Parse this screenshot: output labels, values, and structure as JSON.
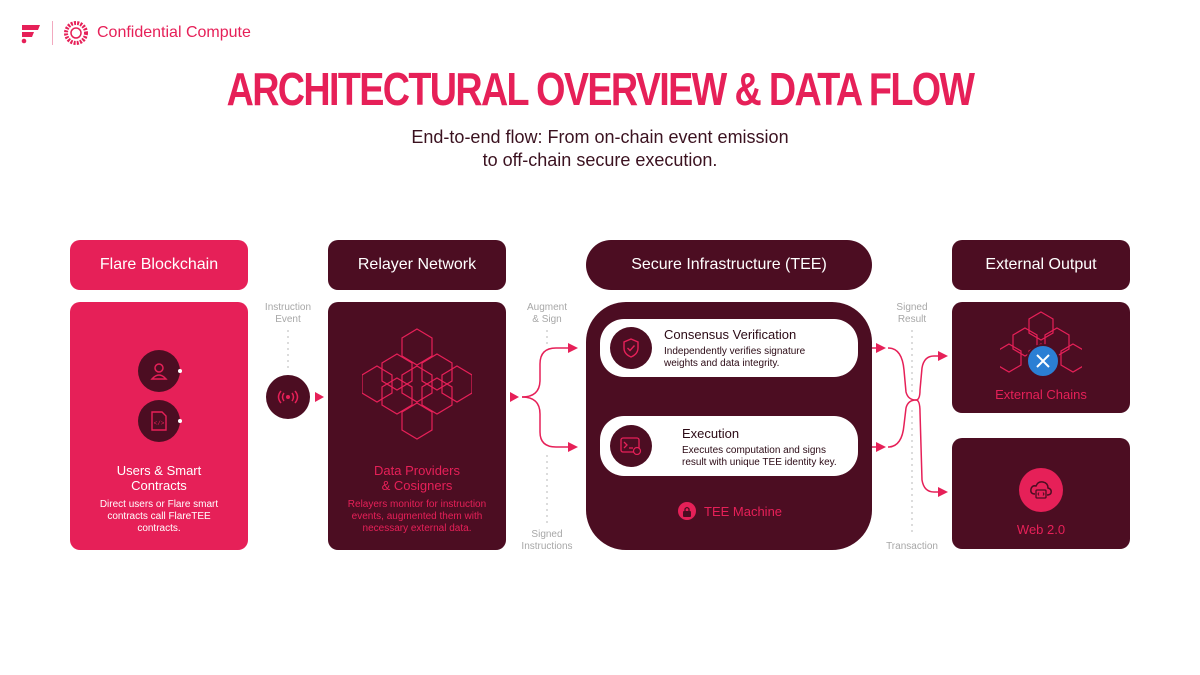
{
  "header": {
    "brand": "Confidential Compute"
  },
  "title": "ARCHITECTURAL OVERVIEW & DATA FLOW",
  "subtitle_line1": "End-to-end flow: From on-chain event emission",
  "subtitle_line2": "to off-chain secure execution.",
  "columns": {
    "flare": {
      "header": "Flare Blockchain",
      "title_line1": "Users & Smart",
      "title_line2": "Contracts",
      "desc_line1": "Direct users or Flare smart",
      "desc_line2": "contracts call FlareTEE",
      "desc_line3": "contracts."
    },
    "relayer": {
      "header": "Relayer Network",
      "title_line1": "Data Providers",
      "title_line2": "& Cosigners",
      "desc_line1": "Relayers monitor for instruction",
      "desc_line2": "events, augmented them with",
      "desc_line3": "necessary external data."
    },
    "tee": {
      "header": "Secure Infrastructure (TEE)",
      "consensus_title": "Consensus Verification",
      "consensus_desc_line1": "Independently verifies signature",
      "consensus_desc_line2": "weights and data integrity.",
      "execution_title": "Execution",
      "execution_desc_line1": "Executes computation and signs",
      "execution_desc_line2": "result with unique TEE identity key.",
      "machine_label": "TEE Machine"
    },
    "output": {
      "header": "External Output",
      "chains_label": "External Chains",
      "web2_label": "Web 2.0"
    }
  },
  "connectors": {
    "instruction_line1": "Instruction",
    "instruction_line2": "Event",
    "augment_line1": "Augment",
    "augment_line2": "& Sign",
    "signed_instr_line1": "Signed",
    "signed_instr_line2": "Instructions",
    "signed_result_line1": "Signed",
    "signed_result_line2": "Result",
    "transaction": "Transaction"
  },
  "colors": {
    "pink": "#e62058",
    "dark": "#4c0d22",
    "grey": "#a7a7a7"
  },
  "icons": [
    "flare-logo-icon",
    "confidential-compute-logo-icon",
    "user-icon",
    "code-file-icon",
    "broadcast-icon",
    "hexagon-network-icon",
    "shield-check-icon",
    "terminal-icon",
    "lock-icon",
    "xrp-icon",
    "cloud-code-icon"
  ]
}
